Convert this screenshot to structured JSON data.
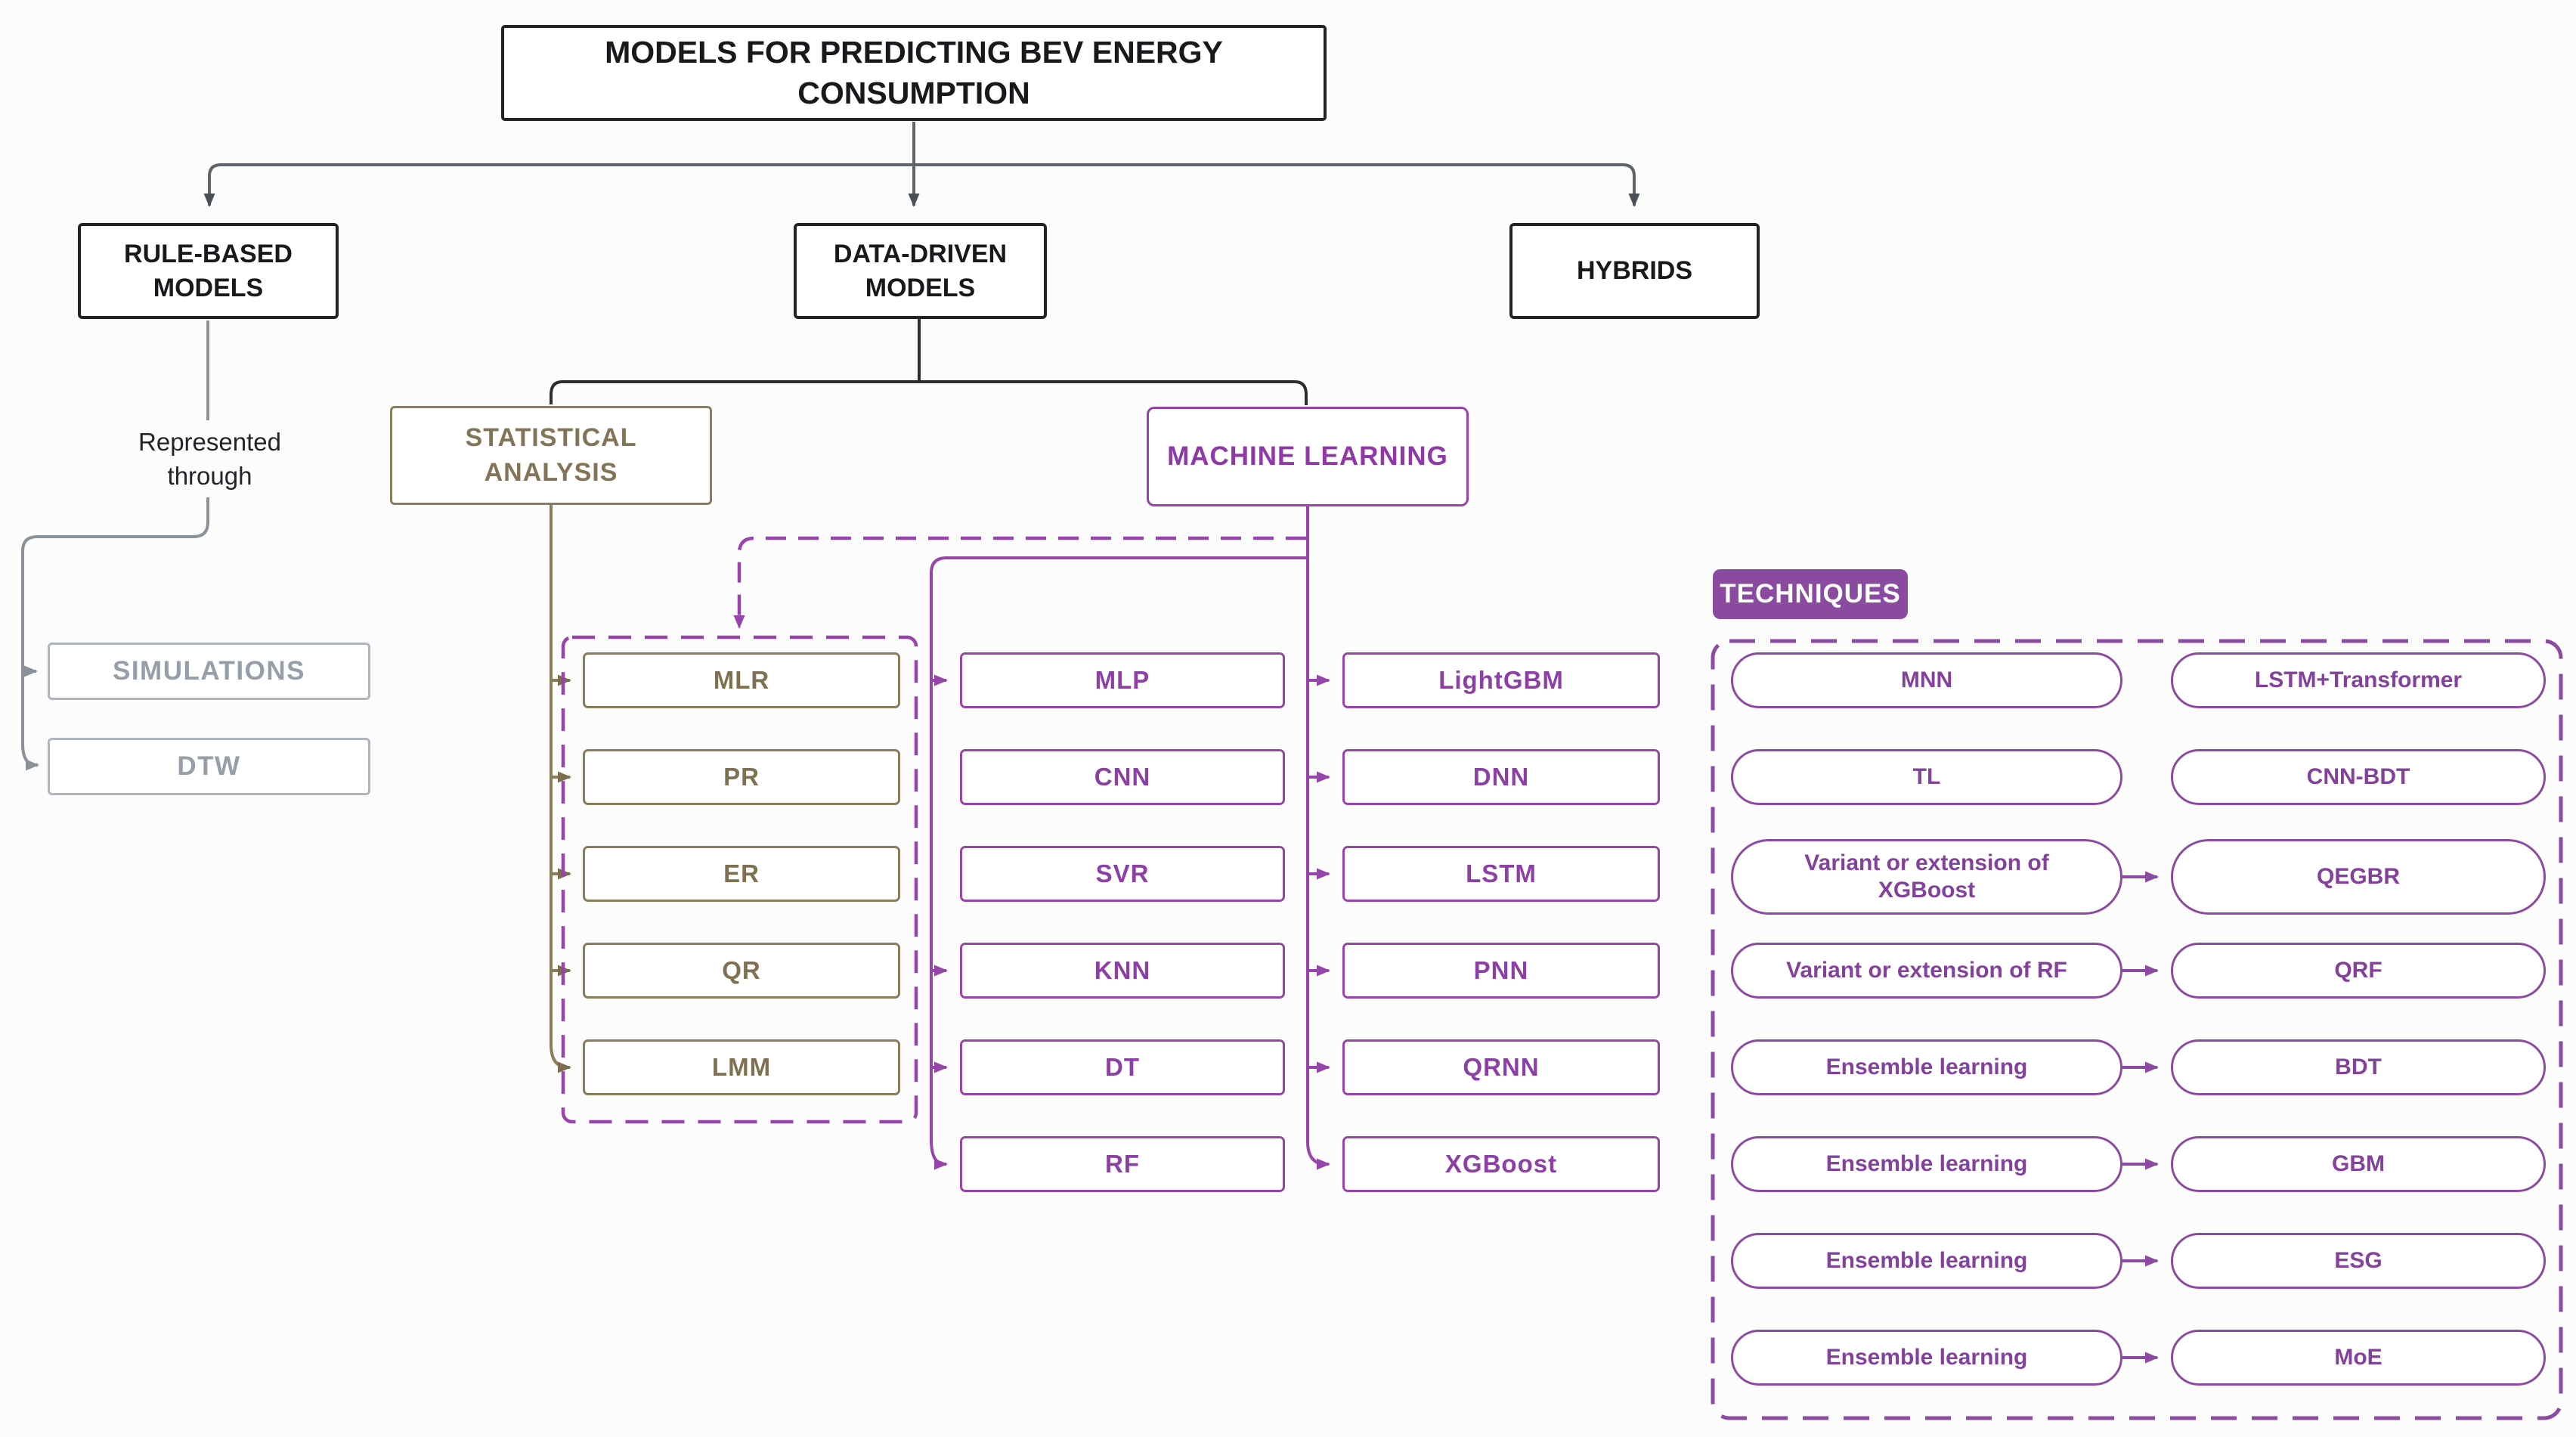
{
  "title": "MODELS FOR PREDICTING BEV ENERGY CONSUMPTION",
  "top_level": {
    "rule_based": "RULE-BASED MODELS",
    "data_driven": "DATA-DRIVEN MODELS",
    "hybrids": "HYBRIDS"
  },
  "rule_based_branch": {
    "note": "Represented through",
    "items": [
      "SIMULATIONS",
      "DTW"
    ]
  },
  "data_driven_branch": {
    "statistical": {
      "header": "STATISTICAL ANALYSIS",
      "items": [
        "MLR",
        "PR",
        "ER",
        "QR",
        "LMM"
      ]
    },
    "machine_learning": {
      "header": "MACHINE LEARNING",
      "column1": [
        "MLP",
        "CNN",
        "SVR",
        "KNN",
        "DT",
        "RF"
      ],
      "column2": [
        "LightGBM",
        "DNN",
        "LSTM",
        "PNN",
        "QRNN",
        "XGBoost"
      ]
    }
  },
  "techniques": {
    "badge": "TECHNIQUES",
    "rows": [
      {
        "left": "MNN",
        "right": "LSTM+Transformer",
        "arrow": false
      },
      {
        "left": "TL",
        "right": "CNN-BDT",
        "arrow": false
      },
      {
        "left": "Variant or extension of XGBoost",
        "right": "QEGBR",
        "arrow": true
      },
      {
        "left": "Variant or extension of RF",
        "right": "QRF",
        "arrow": true
      },
      {
        "left": "Ensemble learning",
        "right": "BDT",
        "arrow": true
      },
      {
        "left": "Ensemble learning",
        "right": "GBM",
        "arrow": true
      },
      {
        "left": "Ensemble learning",
        "right": "ESG",
        "arrow": true
      },
      {
        "left": "Ensemble learning",
        "right": "MoE",
        "arrow": true
      }
    ]
  },
  "colors": {
    "purple": "#9844ab",
    "techniques_purple": "#8c4aa3",
    "badge_fill": "#8a4aa0",
    "tan": "#8c7c5e",
    "gray": "#8a9199",
    "dark": "#212326"
  }
}
